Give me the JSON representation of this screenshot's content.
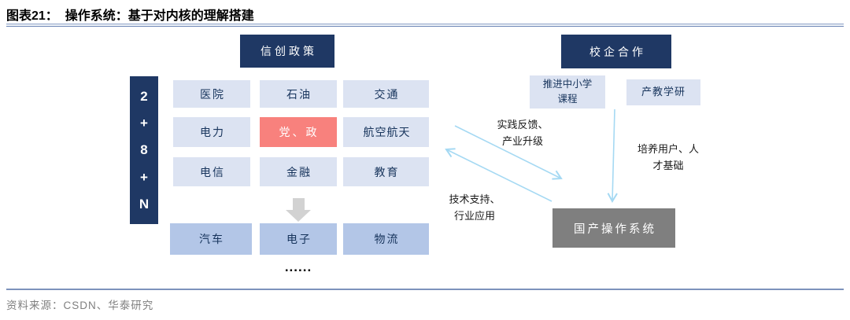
{
  "header": {
    "title": "图表21：  操作系统：基于对内核的理解搭建"
  },
  "diagram": {
    "policy_box": "信创政策",
    "coop_box": "校企合作",
    "bar": {
      "label": "2+8+N",
      "chars": [
        "2",
        "+",
        "8",
        "+",
        "N"
      ]
    },
    "grid": {
      "rows": [
        [
          "医院",
          "石油",
          "交通"
        ],
        [
          "电力",
          "党、政",
          "航空航天"
        ],
        [
          "电信",
          "金融",
          "教育"
        ],
        [
          "汽车",
          "电子",
          "物流"
        ]
      ],
      "highlighted_cell": "党、政"
    },
    "more": "......",
    "edu_box_primary": {
      "line1": "推进中小学",
      "line2": "课程"
    },
    "edu_box_secondary": "产教学研",
    "labels": {
      "feedback": {
        "line1": "实践反馈、",
        "line2": "产业升级"
      },
      "talent": {
        "line1": "培养用户、人",
        "line2": "才基础"
      },
      "support": {
        "line1": "技术支持、",
        "line2": "行业应用"
      }
    },
    "os_box": "国产操作系统"
  },
  "footer": {
    "source": "资料来源：CSDN、华泰研究"
  },
  "colors": {
    "navy": "#1f3864",
    "cell_light_blue": "#dce3f2",
    "cell_medium_blue": "#b3c6e7",
    "highlight_red": "#f8817d",
    "os_gray": "#7f7f7f",
    "arrow_light_blue": "#a5d9f3",
    "block_arrow_gray": "#d2d2d2",
    "rule_blue": "#7d92bc"
  }
}
